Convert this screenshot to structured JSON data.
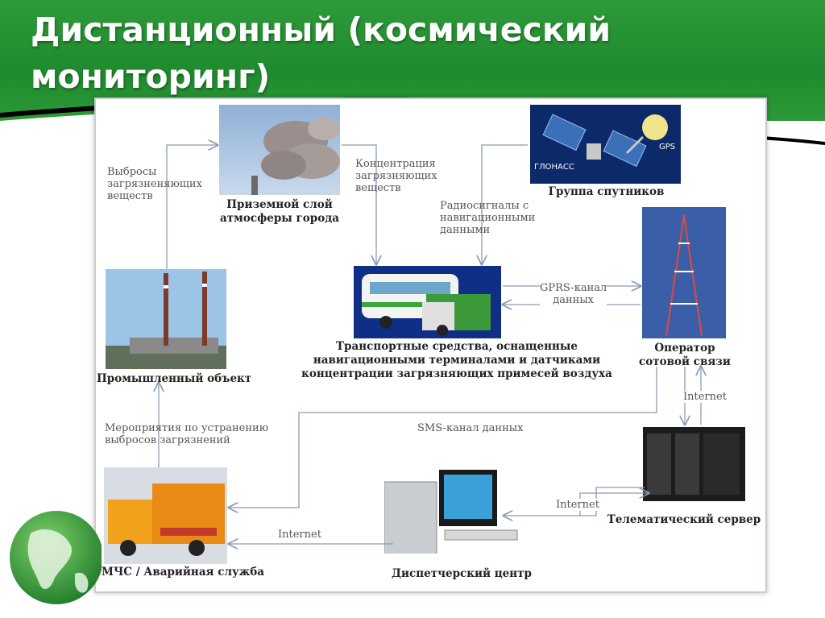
{
  "slide": {
    "title_line1": "Дистанционный (космический",
    "title_line2": "мониторинг)"
  },
  "nodes": {
    "atmosphere": "Приземной слой атмосферы города",
    "satellites": "Группа спутников",
    "satellite_glonass": "ГЛОНАСС",
    "satellite_gps": "GPS",
    "industrial": "Промышленный объект",
    "transport_l1": "Транспортные средства, оснащенные",
    "transport_l2": "навигационными терминалами и датчиками",
    "transport_l3": "концентрации загрязняющих примесей воздуха",
    "operator_l1": "Оператор",
    "operator_l2": "сотовой связи",
    "server": "Телематический сервер",
    "emergency": "МЧС / Аварийная служба",
    "dispatch": "Диспетчерский центр"
  },
  "edges": {
    "emissions_l1": "Выбросы",
    "emissions_l2": "загрязненяющих",
    "emissions_l3": "веществ",
    "concentration_l1": "Концентрация",
    "concentration_l2": "загрязняющих",
    "concentration_l3": "веществ",
    "radio_l1": "Радиосигналы с",
    "radio_l2": "навигационными",
    "radio_l3": "данными",
    "gprs_l1": "GPRS-канал",
    "gprs_l2": "данных",
    "internet_operator": "Internet",
    "sms": "SMS-канал данных",
    "measures_l1": "Мероприятия по устранению",
    "measures_l2": "выбросов загрязнений",
    "internet_server": "Internet",
    "internet_dispatch": "Internet"
  },
  "colors": {
    "header_green": "#229030",
    "arrow": "#8a9bb5"
  }
}
